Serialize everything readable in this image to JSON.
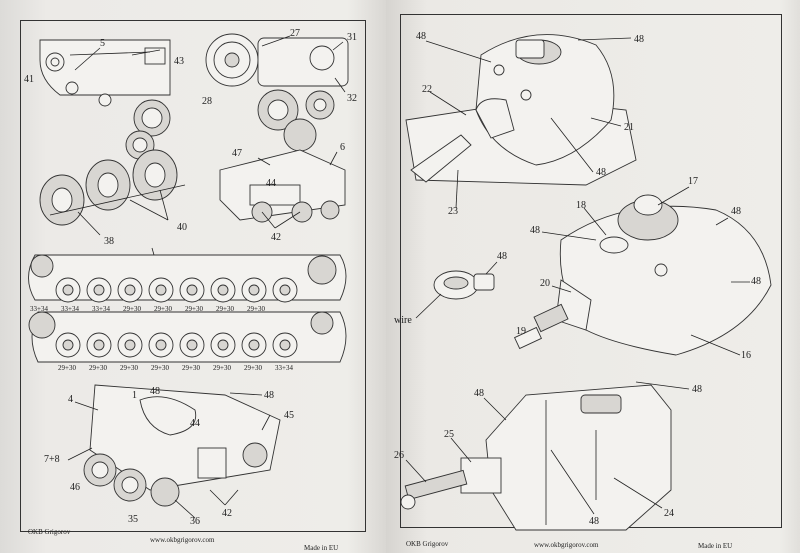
{
  "left_page": {
    "callouts": {
      "c41": "41",
      "c5": "5",
      "c43": "43",
      "c27": "27",
      "c31": "31",
      "c28": "28",
      "c32": "32",
      "c47": "47",
      "c6": "6",
      "c44a": "44",
      "c38": "38",
      "c40": "40",
      "c42a": "42",
      "c4": "4",
      "c1": "1",
      "c48": "48",
      "c45": "45",
      "c78": "7+8",
      "c44b": "44",
      "c46": "46",
      "c35": "35",
      "c36": "36",
      "c42b": "42"
    },
    "track_top_labels": [
      "33+34",
      "33+34",
      "33+34",
      "29+30",
      "29+30",
      "29+30",
      "29+30",
      "29+30"
    ],
    "track_bottom_labels": [
      "29+30",
      "29+30",
      "29+30",
      "29+30",
      "29+30",
      "29+30",
      "29+30",
      "33+34"
    ],
    "footer": {
      "brand": "OKB Grigorov",
      "url": "www.okbgrigorov.com",
      "made": "Made in EU"
    }
  },
  "right_page": {
    "callouts": {
      "c48a": "48",
      "c48b": "48",
      "c22": "22",
      "c21": "21",
      "c23": "23",
      "c48c": "48",
      "c17": "17",
      "c18": "18",
      "c48d": "48",
      "c48e": "48",
      "c48f": "48",
      "c20": "20",
      "c48g": "48",
      "c19": "19",
      "c16": "16",
      "wire": "wire",
      "c48h": "48",
      "c48i": "48",
      "c25": "25",
      "c26": "26",
      "c24": "24",
      "c48j": "48"
    },
    "footer": {
      "brand": "OKB Grigorov",
      "url": "www.okbgrigorov.com",
      "made": "Made in EU"
    }
  }
}
